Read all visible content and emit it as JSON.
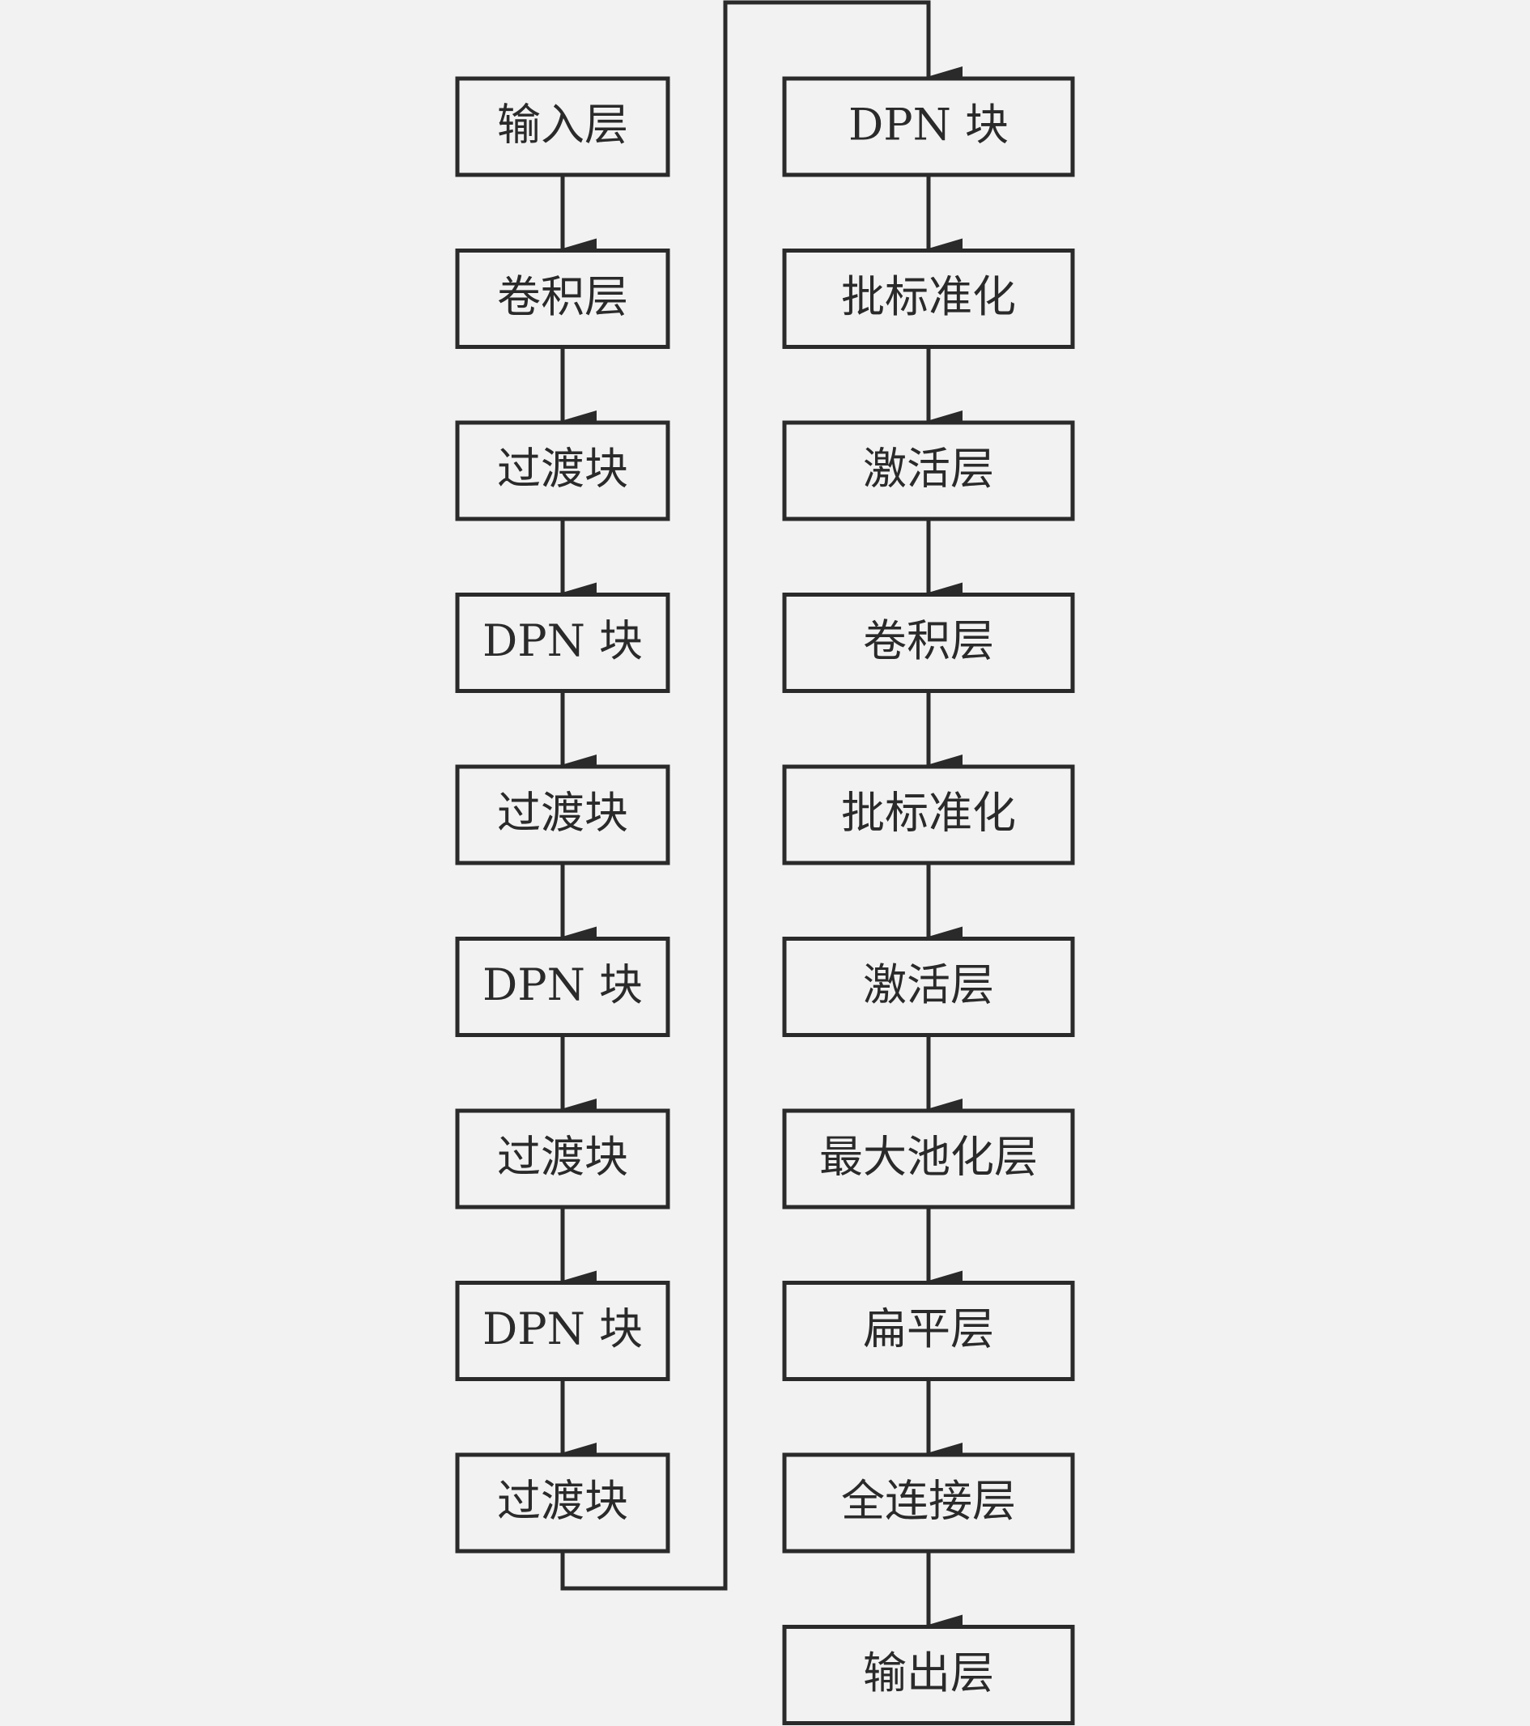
{
  "colors": {
    "background": "#f2f2f2",
    "stroke": "#2a2a2a",
    "box_fill": "#f2f2f2",
    "text": "#2a2a2a"
  },
  "left_column": [
    "输入层",
    "卷积层",
    "过渡块",
    "DPN 块",
    "过渡块",
    "DPN 块",
    "过渡块",
    "DPN 块",
    "过渡块"
  ],
  "right_column": [
    "DPN 块",
    "批标准化",
    "激活层",
    "卷积层",
    "批标准化",
    "激活层",
    "最大池化层",
    "扁平层",
    "全连接层",
    "输出层"
  ]
}
